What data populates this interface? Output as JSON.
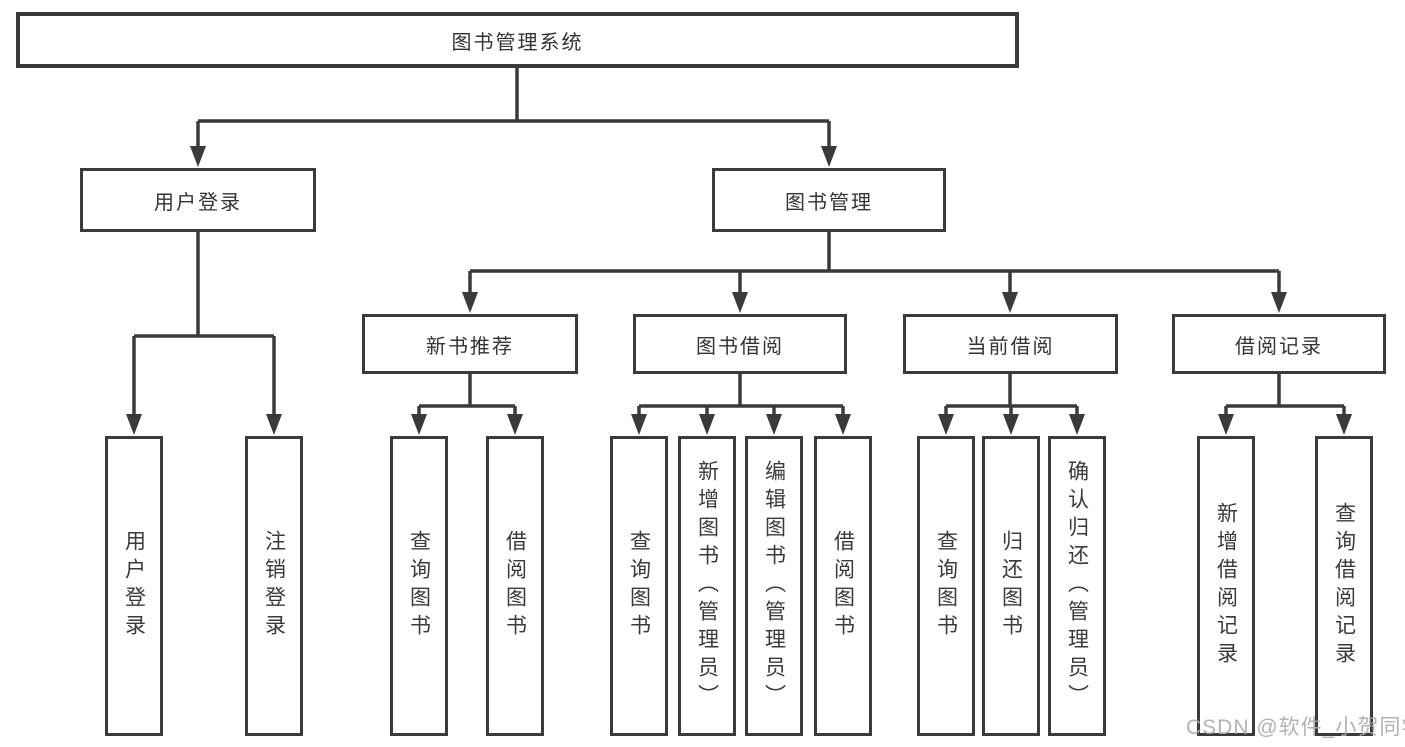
{
  "diagram": {
    "title": "图书管理系统",
    "root": {
      "label": "图书管理系统"
    },
    "branches": [
      {
        "label": "用户登录",
        "children": [
          {
            "label": "用户登录"
          },
          {
            "label": "注销登录"
          }
        ]
      },
      {
        "label": "图书管理",
        "children": [
          {
            "label": "新书推荐",
            "children": [
              {
                "label": "查询图书"
              },
              {
                "label": "借阅图书"
              }
            ]
          },
          {
            "label": "图书借阅",
            "children": [
              {
                "label": "查询图书"
              },
              {
                "label": "新增图书（管理员）"
              },
              {
                "label": "编辑图书（管理员）"
              },
              {
                "label": "借阅图书"
              }
            ]
          },
          {
            "label": "当前借阅",
            "children": [
              {
                "label": "查询图书"
              },
              {
                "label": "归还图书"
              },
              {
                "label": "确认归还（管理员）"
              }
            ]
          },
          {
            "label": "借阅记录",
            "children": [
              {
                "label": "新增借阅记录"
              },
              {
                "label": "查询借阅记录"
              }
            ]
          }
        ]
      }
    ]
  },
  "watermark": {
    "text": "CSDN @软件_小贺同学"
  },
  "colors": {
    "line": "#3a3a3a",
    "text": "#333333",
    "box_background": "#ffffff",
    "watermark": "#aaaaaa",
    "background": "#ffffff"
  }
}
